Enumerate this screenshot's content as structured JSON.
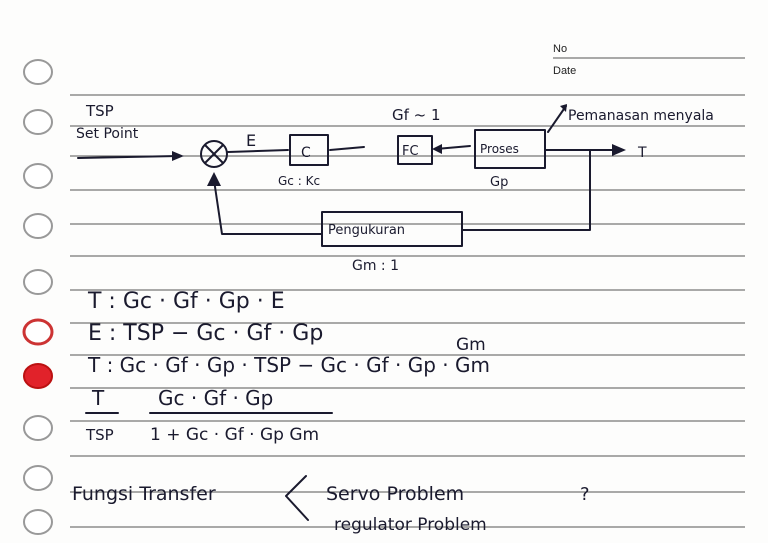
{
  "header": {
    "no_label": "No",
    "date_label": "Date"
  },
  "diagram": {
    "tsp": "TSP",
    "set_point": "Set Point",
    "error": "E",
    "controller": "C",
    "gc_label": "Gc : Kc",
    "gf_label": "Gf ~ 1",
    "fc": "FC",
    "proses": "Proses",
    "gp": "Gp",
    "disturbance": "Pemanasan menyala",
    "output": "T",
    "sensor": "Pengukuran",
    "gm": "Gm : 1"
  },
  "equations": {
    "eq1": "T : Gc · Gf · Gp · E",
    "eq2": "E : TSP − Gc · Gf · Gp",
    "eq2_tail": "Gm",
    "eq3": "T : Gc · Gf · Gp · TSP − Gc · Gf · Gp · Gm",
    "frac_num_left": "T",
    "frac_den_left": "TSP",
    "frac_num_right": "Gc · Gf · Gp",
    "frac_den_right": "1 + Gc · Gf · Gp Gm"
  },
  "footer": {
    "fungsi": "Fungsi Transfer",
    "servo": "Servo Problem",
    "regulator": "regulator Problem",
    "question": "?"
  }
}
